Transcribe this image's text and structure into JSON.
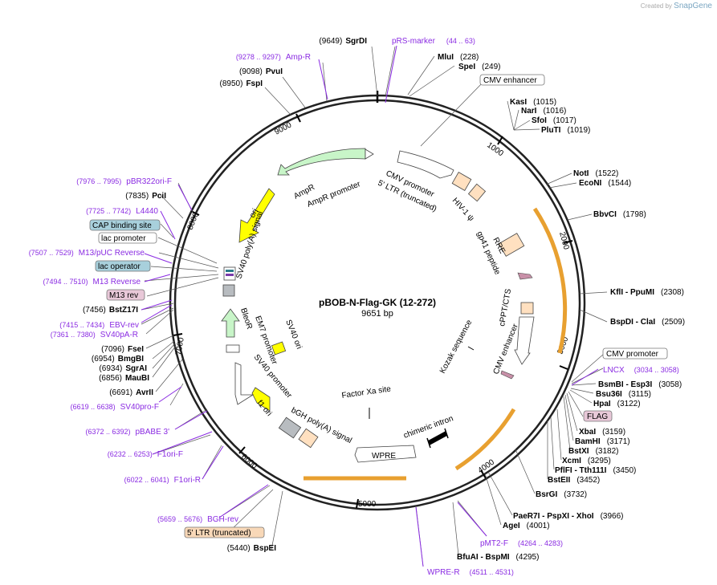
{
  "credit": {
    "prefix": "Created by",
    "brand": "SnapGene"
  },
  "plasmid": {
    "name": "pBOB-N-Flag-GK (12-272)",
    "size": "9651 bp"
  },
  "ticks": [
    "1000",
    "2000",
    "3000",
    "4000",
    "5000",
    "6000",
    "7000",
    "8000",
    "9000"
  ],
  "sites": [
    {
      "pos": "(9649)",
      "name": "SgrDI",
      "side": "L"
    },
    {
      "pos": "(228)",
      "name": "MluI",
      "side": "R"
    },
    {
      "pos": "(249)",
      "name": "SpeI",
      "side": "R"
    },
    {
      "pos": "(9098)",
      "name": "PvuI",
      "side": "L"
    },
    {
      "pos": "(8950)",
      "name": "FspI",
      "side": "L"
    },
    {
      "pos": "(1015)",
      "name": "KasI",
      "side": "R"
    },
    {
      "pos": "(1016)",
      "name": "NarI",
      "side": "R"
    },
    {
      "pos": "(1017)",
      "name": "SfoI",
      "side": "R"
    },
    {
      "pos": "(1019)",
      "name": "PluTI",
      "side": "R"
    },
    {
      "pos": "(1522)",
      "name": "NotI",
      "side": "R"
    },
    {
      "pos": "(1544)",
      "name": "EcoNI",
      "side": "R"
    },
    {
      "pos": "(1798)",
      "name": "BbvCI",
      "side": "R"
    },
    {
      "pos": "(2308)",
      "name": "KflI - PpuMI",
      "side": "R"
    },
    {
      "pos": "(2509)",
      "name": "BspDI - ClaI",
      "side": "R"
    },
    {
      "pos": "(3058)",
      "name": "BsmBI - Esp3I",
      "side": "R"
    },
    {
      "pos": "(3115)",
      "name": "Bsu36I",
      "side": "R"
    },
    {
      "pos": "(3122)",
      "name": "HpaI",
      "side": "R"
    },
    {
      "pos": "(3159)",
      "name": "XbaI",
      "side": "R"
    },
    {
      "pos": "(3171)",
      "name": "BamHI",
      "side": "R"
    },
    {
      "pos": "(3182)",
      "name": "BstXI",
      "side": "R"
    },
    {
      "pos": "(3295)",
      "name": "XcmI",
      "side": "R"
    },
    {
      "pos": "(3450)",
      "name": "PflFI - Tth111I",
      "side": "R"
    },
    {
      "pos": "(3452)",
      "name": "BstEII",
      "side": "R"
    },
    {
      "pos": "(3732)",
      "name": "BsrGI",
      "side": "R"
    },
    {
      "pos": "(3966)",
      "name": "PaeR7I - PspXI - XhoI",
      "side": "R"
    },
    {
      "pos": "(4001)",
      "name": "AgeI",
      "side": "R"
    },
    {
      "pos": "(4295)",
      "name": "BfuAI - BspMI",
      "side": "R"
    },
    {
      "pos": "(7835)",
      "name": "PciI",
      "side": "L"
    },
    {
      "pos": "(7456)",
      "name": "BstZ17I",
      "side": "L"
    },
    {
      "pos": "(7096)",
      "name": "FseI",
      "side": "L"
    },
    {
      "pos": "(6954)",
      "name": "BmgBI",
      "side": "L"
    },
    {
      "pos": "(6934)",
      "name": "SgrAI",
      "side": "L"
    },
    {
      "pos": "(6856)",
      "name": "MauBI",
      "side": "L"
    },
    {
      "pos": "(6691)",
      "name": "AvrII",
      "side": "L"
    },
    {
      "pos": "(5440)",
      "name": "BspEI",
      "side": "L"
    }
  ],
  "primers": [
    {
      "name": "pRS-marker",
      "range": "(44 .. 63)"
    },
    {
      "name": "Amp-R",
      "range": "(9278 .. 9297)"
    },
    {
      "name": "pBR322ori-F",
      "range": "(7976 .. 7995)"
    },
    {
      "name": "L4440",
      "range": "(7725 .. 7742)"
    },
    {
      "name": "M13/pUC Reverse",
      "range": "(7507 .. 7529)"
    },
    {
      "name": "M13 Reverse",
      "range": "(7494 .. 7510)"
    },
    {
      "name": "EBV-rev",
      "range": "(7415 .. 7434)"
    },
    {
      "name": "SV40pA-R",
      "range": "(7361 .. 7380)"
    },
    {
      "name": "SV40pro-F",
      "range": "(6619 .. 6638)"
    },
    {
      "name": "pBABE 3'",
      "range": "(6372 .. 6392)"
    },
    {
      "name": "F1ori-F",
      "range": "(6232 .. 6253)"
    },
    {
      "name": "F1ori-R",
      "range": "(6022 .. 6041)"
    },
    {
      "name": "BGH-rev",
      "range": "(5659 .. 5676)"
    },
    {
      "name": "LNCX",
      "range": "(3034 .. 3058)"
    },
    {
      "name": "pMT2-F",
      "range": "(4264 .. 4283)"
    },
    {
      "name": "WPRE-R",
      "range": "(4511 .. 4531)"
    }
  ],
  "boxed": {
    "cmv_enhancer": "CMV enhancer",
    "cap": "CAP binding site",
    "lac_promoter": "lac promoter",
    "lac_operator": "lac operator",
    "m13rev": "M13 rev",
    "cmv_promoter": "CMV promoter",
    "flag": "FLAG",
    "ltr": "5' LTR (truncated)"
  },
  "features": {
    "cmv_promoter": "CMV promoter",
    "ltr": "5' LTR (truncated)",
    "hiv": "HIV-1 ψ",
    "rre": "RRE",
    "gp41": "gp41 peptide",
    "cppt": "cPPT/CTS",
    "cmv_enh": "CMV enhancer",
    "kozak": "Kozak sequence",
    "factor": "Factor Xa site",
    "chimeric": "chimeric intron",
    "wpre": "WPRE",
    "bgh": "bGH poly(A) signal",
    "f1": "f1 ori",
    "sv40prom": "SV40 promoter",
    "em7": "EM7 promoter",
    "bleor": "BleoR",
    "sv40ori": "SV40 ori",
    "sv40pa": "SV40 poly(A) signal",
    "ori": "ori",
    "ampr": "AmpR",
    "amppromoter": "AmpR promoter"
  },
  "colors": {
    "primer": "#8a2be2",
    "ampr": "#c8f5c8",
    "ori": "#ffff00",
    "peach": "#ffe0c0",
    "orange": "#e8a030",
    "box_blue": "#a8d0dc",
    "box_pink": "#e8c8d8",
    "box_peach": "#f8d8b8"
  }
}
